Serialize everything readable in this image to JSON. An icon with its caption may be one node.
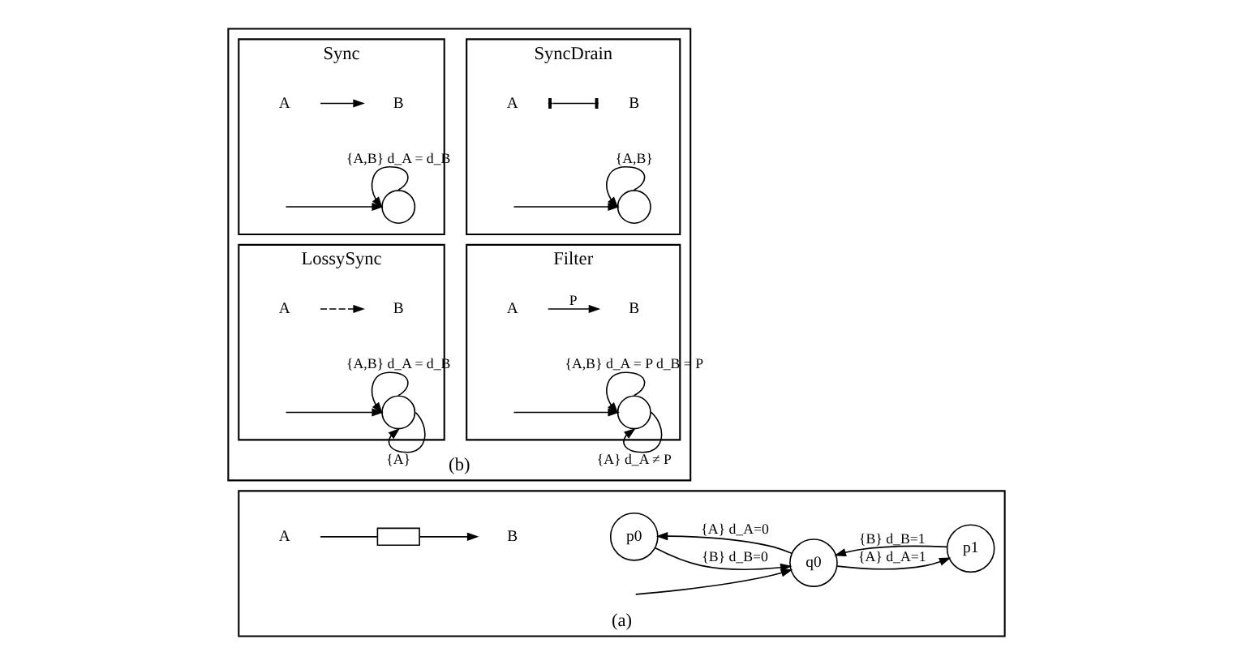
{
  "diagram": {
    "nodes": [
      {
        "text": [
          "(a)"
        ]
      },
      {
        "text": [
          "A"
        ],
        "in": 0
      },
      {
        "text": [],
        "shape": "box",
        "in": 0
      },
      {
        "text": [
          "B"
        ],
        "in": 0
      },
      {
        "text": [
          "q0"
        ],
        "in": 0
      },
      {
        "text": [
          "p0"
        ],
        "in": 0
      },
      {
        "text": [
          "p1"
        ],
        "in": 0
      },
      {
        "text": [
          "(b)"
        ]
      },
      {
        "text": [
          "Sync"
        ],
        "in": 7
      },
      {
        "text": [
          "A"
        ],
        "in": 8
      },
      {
        "text": [
          "B"
        ],
        "in": 8
      },
      {
        "text": [],
        "shape": "circle",
        "in": 8
      },
      {
        "text": [
          "SyncDrain"
        ],
        "in": 7
      },
      {
        "text": [
          "A"
        ],
        "in": 12
      },
      {
        "text": [
          "B"
        ],
        "in": 12
      },
      {
        "text": [],
        "shape": "circle",
        "in": 12
      },
      {
        "text": [
          "LossySync"
        ],
        "in": 7
      },
      {
        "text": [
          "A"
        ],
        "in": 16
      },
      {
        "text": [
          "B"
        ],
        "in": 16
      },
      {
        "text": [],
        "shape": "circle",
        "in": 16
      },
      {
        "text": [
          "Filter"
        ],
        "in": 7
      },
      {
        "text": [
          "A"
        ],
        "in": 20
      },
      {
        "text": [
          "B"
        ],
        "in": 20
      },
      {
        "text": [],
        "shape": "circle",
        "in": 20
      }
    ],
    "edges": [
      {
        "from": 1,
        "to": 2,
        "arrow": "none"
      },
      {
        "from": 2,
        "to": 3,
        "arrow": "to"
      },
      {
        "from": null,
        "to": 4,
        "arrow": "to"
      },
      {
        "from": 4,
        "to": 5,
        "arrow": "to",
        "label": "{A} d_A=0"
      },
      {
        "from": 5,
        "to": 4,
        "arrow": "to",
        "label": "{B} d_B=0"
      },
      {
        "from": 4,
        "to": 6,
        "arrow": "to",
        "label": "{A} d_A=1"
      },
      {
        "from": 6,
        "to": 4,
        "arrow": "to",
        "label": "{B} d_B=1"
      },
      {
        "from": 9,
        "to": 10,
        "arrow": "to"
      },
      {
        "from": null,
        "to": 11,
        "arrow": "to"
      },
      {
        "from": 11,
        "to": 11,
        "arrow": "to",
        "label": "{A,B} d_A = d_B"
      },
      {
        "from": 13,
        "to": 14,
        "arrow": "other"
      },
      {
        "from": null,
        "to": 15,
        "arrow": "to"
      },
      {
        "from": 15,
        "to": 15,
        "arrow": "to",
        "label": "{A,B}"
      },
      {
        "from": 17,
        "to": 18,
        "arrow": "to",
        "style": "dashed"
      },
      {
        "from": null,
        "to": 19,
        "arrow": "to"
      },
      {
        "from": 19,
        "to": 19,
        "arrow": "to",
        "label": "{A,B} d_A = d_B"
      },
      {
        "from": 19,
        "to": 19,
        "arrow": "to",
        "label": "{A}"
      },
      {
        "from": 21,
        "to": 22,
        "arrow": "to",
        "label": "P"
      },
      {
        "from": null,
        "to": 23,
        "arrow": "to"
      },
      {
        "from": 23,
        "to": 23,
        "arrow": "to",
        "label": "{A,B} d_A = P d_B = P"
      },
      {
        "from": 23,
        "to": 23,
        "arrow": "to",
        "label": "{A} d_A ≠ P"
      }
    ]
  }
}
